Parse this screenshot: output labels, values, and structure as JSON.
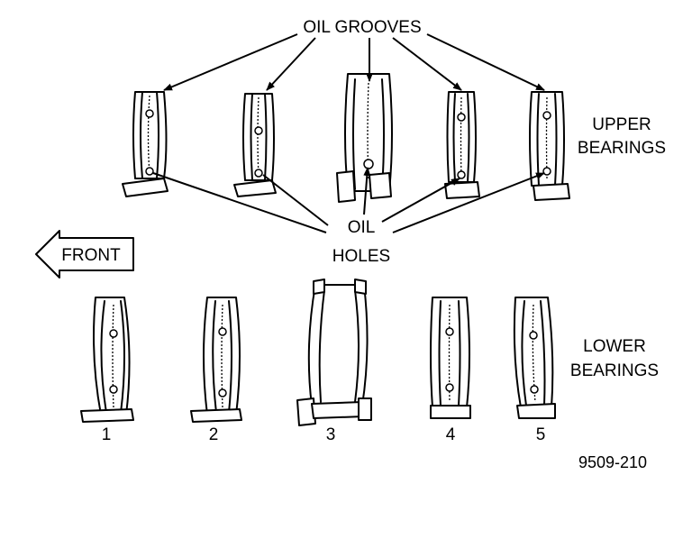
{
  "labels": {
    "oil_grooves": "OIL GROOVES",
    "oil": "OIL",
    "holes": "HOLES",
    "upper_1": "UPPER",
    "upper_2": "BEARINGS",
    "lower_1": "LOWER",
    "lower_2": "BEARINGS",
    "front": "FRONT",
    "figure_code": "9509-210"
  },
  "bearing_numbers": [
    "1",
    "2",
    "3",
    "4",
    "5"
  ]
}
